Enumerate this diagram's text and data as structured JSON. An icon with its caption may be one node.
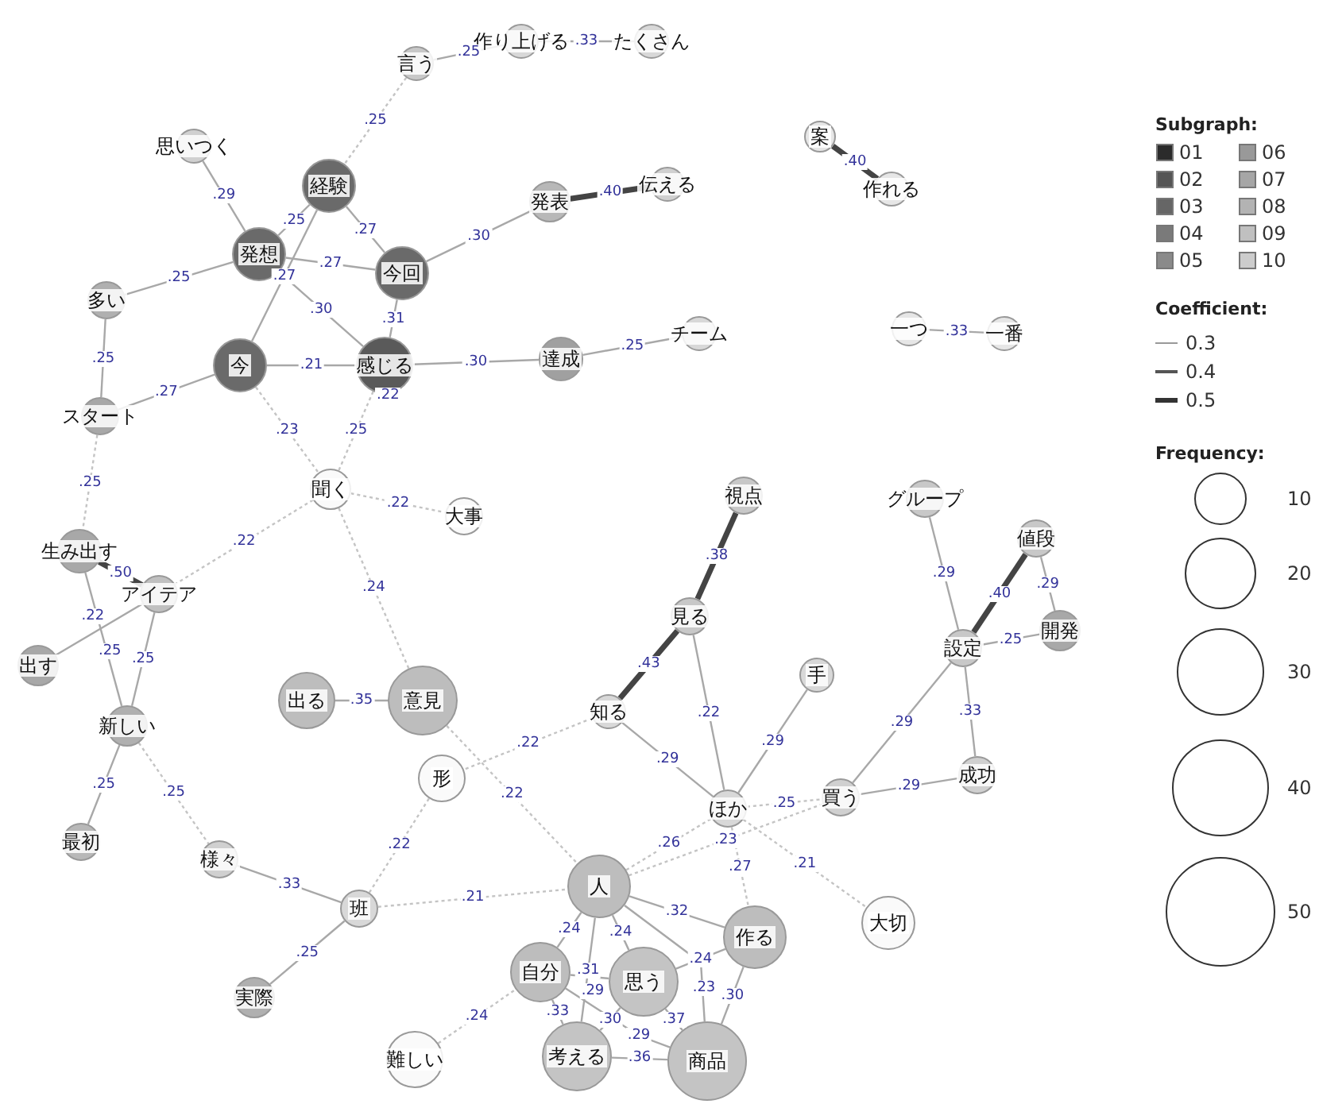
{
  "diagram": {
    "nodes": [
      {
        "text": [
          "言う"
        ]
      },
      {
        "text": [
          "作り上げる"
        ]
      },
      {
        "text": [
          "たくさん"
        ]
      },
      {
        "text": [
          "思いつく"
        ]
      },
      {
        "text": [
          "経験"
        ]
      },
      {
        "text": [
          "発表"
        ]
      },
      {
        "text": [
          "伝える"
        ]
      },
      {
        "text": [
          "発想"
        ]
      },
      {
        "text": [
          "今回"
        ]
      },
      {
        "text": [
          "多い"
        ]
      },
      {
        "text": [
          "今"
        ]
      },
      {
        "text": [
          "感じる"
        ]
      },
      {
        "text": [
          "達成"
        ]
      },
      {
        "text": [
          "チーム"
        ]
      },
      {
        "text": [
          "スタート"
        ]
      },
      {
        "text": [
          "聞く"
        ]
      },
      {
        "text": [
          "大事"
        ]
      },
      {
        "text": [
          "生み出す"
        ]
      },
      {
        "text": [
          "アイテア"
        ]
      },
      {
        "text": [
          "出す"
        ]
      },
      {
        "text": [
          "新しい"
        ]
      },
      {
        "text": [
          "出る"
        ]
      },
      {
        "text": [
          "意見"
        ]
      },
      {
        "text": [
          "最初"
        ]
      },
      {
        "text": [
          "様々"
        ]
      },
      {
        "text": [
          "形"
        ]
      },
      {
        "text": [
          "班"
        ]
      },
      {
        "text": [
          "実際"
        ]
      },
      {
        "text": [
          "難しい"
        ]
      },
      {
        "text": [
          "案"
        ]
      },
      {
        "text": [
          "作れる"
        ]
      },
      {
        "text": [
          "一つ"
        ]
      },
      {
        "text": [
          "一番"
        ]
      },
      {
        "text": [
          "視点"
        ]
      },
      {
        "text": [
          "グループ"
        ]
      },
      {
        "text": [
          "値段"
        ]
      },
      {
        "text": [
          "開発"
        ]
      },
      {
        "text": [
          "設定"
        ]
      },
      {
        "text": [
          "見る"
        ]
      },
      {
        "text": [
          "知る"
        ]
      },
      {
        "text": [
          "手"
        ]
      },
      {
        "text": [
          "ほか"
        ]
      },
      {
        "text": [
          "買う"
        ]
      },
      {
        "text": [
          "成功"
        ]
      },
      {
        "text": [
          "大切"
        ]
      },
      {
        "text": [
          "人"
        ]
      },
      {
        "text": [
          "作る"
        ]
      },
      {
        "text": [
          "自分"
        ]
      },
      {
        "text": [
          "思う"
        ]
      },
      {
        "text": [
          "考える"
        ]
      },
      {
        "text": [
          "商品"
        ]
      }
    ],
    "edges": [
      {
        "from": 0,
        "to": 1,
        "arrow": "none",
        "label": ".25"
      },
      {
        "from": 1,
        "to": 2,
        "arrow": "none",
        "label": ".33"
      },
      {
        "from": 0,
        "to": 4,
        "arrow": "none",
        "label": ".25",
        "style": "dashed"
      },
      {
        "from": 3,
        "to": 7,
        "arrow": "none",
        "label": ".29"
      },
      {
        "from": 4,
        "to": 7,
        "arrow": "none",
        "label": ".25"
      },
      {
        "from": 4,
        "to": 8,
        "arrow": "none",
        "label": ".27"
      },
      {
        "from": 4,
        "to": 10,
        "arrow": "none",
        "label": ".27"
      },
      {
        "from": 7,
        "to": 8,
        "arrow": "none",
        "label": ".27"
      },
      {
        "from": 7,
        "to": 11,
        "arrow": "none",
        "label": ".30"
      },
      {
        "from": 7,
        "to": 9,
        "arrow": "none",
        "label": ".25"
      },
      {
        "from": 8,
        "to": 5,
        "arrow": "none",
        "label": ".30"
      },
      {
        "from": 5,
        "to": 6,
        "arrow": "none",
        "label": ".40",
        "style": "thick",
        "color": "#444444"
      },
      {
        "from": 8,
        "to": 11,
        "arrow": "none",
        "label": ".31"
      },
      {
        "from": 10,
        "to": 11,
        "arrow": "none",
        "label": ".21"
      },
      {
        "from": 11,
        "to": 12,
        "arrow": "none",
        "label": ".30"
      },
      {
        "from": 12,
        "to": 13,
        "arrow": "none",
        "label": ".25"
      },
      {
        "from": 9,
        "to": 14,
        "arrow": "none",
        "label": ".25"
      },
      {
        "from": 10,
        "to": 14,
        "arrow": "none",
        "label": ".27"
      },
      {
        "from": 10,
        "to": 15,
        "arrow": "none",
        "label": ".23",
        "style": "dashed"
      },
      {
        "from": 11,
        "to": 15,
        "arrow": "none",
        "label": ".25",
        "style": "dashed"
      },
      {
        "from": 14,
        "to": 17,
        "arrow": "none",
        "label": ".25",
        "style": "dashed"
      },
      {
        "from": 15,
        "to": 16,
        "arrow": "none",
        "label": ".22",
        "style": "dashed"
      },
      {
        "from": 15,
        "to": 18,
        "arrow": "none",
        "label": ".22",
        "style": "dashed"
      },
      {
        "from": 15,
        "to": 22,
        "arrow": "none",
        "label": ".24",
        "style": "dashed"
      },
      {
        "from": 17,
        "to": 18,
        "arrow": "none",
        "label": ".50",
        "style": "thick",
        "color": "#444444"
      },
      {
        "from": 19,
        "to": 18,
        "arrow": "none",
        "label": ".22"
      },
      {
        "from": 17,
        "to": 20,
        "arrow": "none",
        "label": ".25"
      },
      {
        "from": 18,
        "to": 20,
        "arrow": "none",
        "label": ".25"
      },
      {
        "from": 20,
        "to": 23,
        "arrow": "none",
        "label": ".25"
      },
      {
        "from": 20,
        "to": 24,
        "arrow": "none",
        "label": ".25",
        "style": "dashed"
      },
      {
        "from": 24,
        "to": 26,
        "arrow": "none",
        "label": ".33"
      },
      {
        "from": 26,
        "to": 27,
        "arrow": "none",
        "label": ".25"
      },
      {
        "from": 26,
        "to": 25,
        "arrow": "none",
        "label": ".22",
        "style": "dashed"
      },
      {
        "from": 26,
        "to": 45,
        "arrow": "none",
        "label": ".21",
        "style": "dashed"
      },
      {
        "from": 21,
        "to": 22,
        "arrow": "none",
        "label": ".35"
      },
      {
        "from": 22,
        "to": 45,
        "arrow": "none",
        "label": ".22",
        "style": "dashed"
      },
      {
        "from": 39,
        "to": 25,
        "arrow": "none",
        "label": ".22",
        "style": "dashed"
      },
      {
        "from": 39,
        "to": 38,
        "arrow": "none",
        "label": ".43",
        "style": "thick",
        "color": "#444444"
      },
      {
        "from": 38,
        "to": 33,
        "arrow": "none",
        "label": ".38",
        "style": "thick",
        "color": "#444444"
      },
      {
        "from": 38,
        "to": 41,
        "arrow": "none",
        "label": ".22"
      },
      {
        "from": 39,
        "to": 41,
        "arrow": "none",
        "label": ".29"
      },
      {
        "from": 40,
        "to": 41,
        "arrow": "none",
        "label": ".29"
      },
      {
        "from": 41,
        "to": 42,
        "arrow": "none",
        "label": ".25",
        "style": "dashed"
      },
      {
        "from": 41,
        "to": 44,
        "arrow": "none",
        "label": ".21",
        "style": "dashed"
      },
      {
        "from": 41,
        "to": 46,
        "arrow": "none",
        "label": ".27",
        "style": "dashed"
      },
      {
        "from": 45,
        "to": 41,
        "arrow": "none",
        "label": ".26",
        "style": "dashed"
      },
      {
        "from": 45,
        "to": 42,
        "arrow": "none",
        "label": ".23",
        "style": "dashed"
      },
      {
        "from": 45,
        "to": 46,
        "arrow": "none",
        "label": ".32"
      },
      {
        "from": 45,
        "to": 47,
        "arrow": "none",
        "label": ".24"
      },
      {
        "from": 45,
        "to": 48,
        "arrow": "none",
        "label": ".24"
      },
      {
        "from": 47,
        "to": 48,
        "arrow": "none",
        "label": ".29"
      },
      {
        "from": 45,
        "to": 49,
        "arrow": "none",
        "label": ".31"
      },
      {
        "from": 45,
        "to": 50,
        "arrow": "none",
        "label": ".23"
      },
      {
        "from": 48,
        "to": 46,
        "arrow": "none",
        "label": ".24"
      },
      {
        "from": 46,
        "to": 50,
        "arrow": "none",
        "label": ".30"
      },
      {
        "from": 47,
        "to": 49,
        "arrow": "none",
        "label": ".33"
      },
      {
        "from": 48,
        "to": 49,
        "arrow": "none",
        "label": ".30"
      },
      {
        "from": 47,
        "to": 50,
        "arrow": "none",
        "label": ".29"
      },
      {
        "from": 48,
        "to": 50,
        "arrow": "none",
        "label": ".37"
      },
      {
        "from": 49,
        "to": 50,
        "arrow": "none",
        "label": ".36"
      },
      {
        "from": 28,
        "to": 47,
        "arrow": "none",
        "label": ".24",
        "style": "dashed"
      },
      {
        "from": 42,
        "to": 37,
        "arrow": "none",
        "label": ".29"
      },
      {
        "from": 42,
        "to": 43,
        "arrow": "none",
        "label": ".29"
      },
      {
        "from": 37,
        "to": 43,
        "arrow": "none",
        "label": ".33"
      },
      {
        "from": 37,
        "to": 34,
        "arrow": "none",
        "label": ".29"
      },
      {
        "from": 37,
        "to": 35,
        "arrow": "none",
        "label": ".40",
        "style": "thick",
        "color": "#444444"
      },
      {
        "from": 35,
        "to": 36,
        "arrow": "none",
        "label": ".29"
      },
      {
        "from": 37,
        "to": 36,
        "arrow": "none",
        "label": ".25"
      },
      {
        "from": 29,
        "to": 30,
        "arrow": "none",
        "label": ".40",
        "style": "thick",
        "color": "#444444"
      },
      {
        "from": 31,
        "to": 32,
        "arrow": "none",
        "label": ".33"
      }
    ],
    "labels": [
      ".22",
      "Subgraph:",
      "Coefficient:",
      "Frequency:"
    ],
    "legend": [
      {
        "text": "01",
        "color": "#2b2b2b"
      },
      {
        "text": "02",
        "color": "#555555"
      },
      {
        "text": "03",
        "color": "#666666"
      },
      {
        "text": "04",
        "color": "#7a7a7a"
      },
      {
        "text": "05",
        "color": "#8a8a8a"
      },
      {
        "text": "06",
        "color": "#999999"
      },
      {
        "text": "07",
        "color": "#a6a6a6"
      },
      {
        "text": "08",
        "color": "#b3b3b3"
      },
      {
        "text": "09",
        "color": "#c0c0c0"
      },
      {
        "text": "10",
        "color": "#cccccc"
      },
      {
        "text": "0.3"
      },
      {
        "text": "0.4"
      },
      {
        "text": "0.5"
      },
      {
        "text": "10"
      },
      {
        "text": "20"
      },
      {
        "text": "30"
      },
      {
        "text": "40"
      },
      {
        "text": "50"
      }
    ]
  }
}
